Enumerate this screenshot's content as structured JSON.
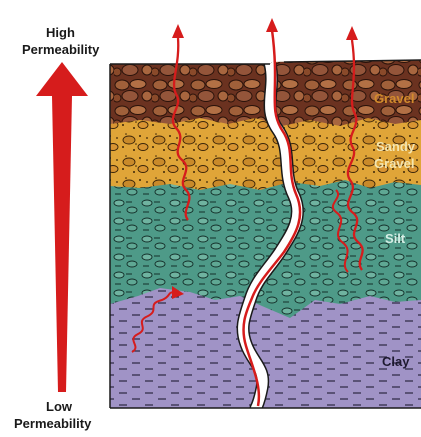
{
  "scale": {
    "top_label_line1": "High",
    "top_label_line2": "Permeability",
    "bottom_label_line1": "Low",
    "bottom_label_line2": "Permeability"
  },
  "layers": [
    {
      "id": "gravel",
      "label": "Gravel",
      "color": "#8a4a2a"
    },
    {
      "id": "sandy-gravel",
      "label_line1": "Sandy",
      "label_line2": "Gravel",
      "color": "#d9a23a"
    },
    {
      "id": "silt",
      "label": "Silt",
      "color": "#4f9a8a"
    },
    {
      "id": "clay",
      "label": "Clay",
      "color": "#9d8fc0"
    }
  ],
  "colors": {
    "arrow": "#d61c1c",
    "flow_path": "#d61c1c",
    "outline": "#1a1a1a"
  }
}
